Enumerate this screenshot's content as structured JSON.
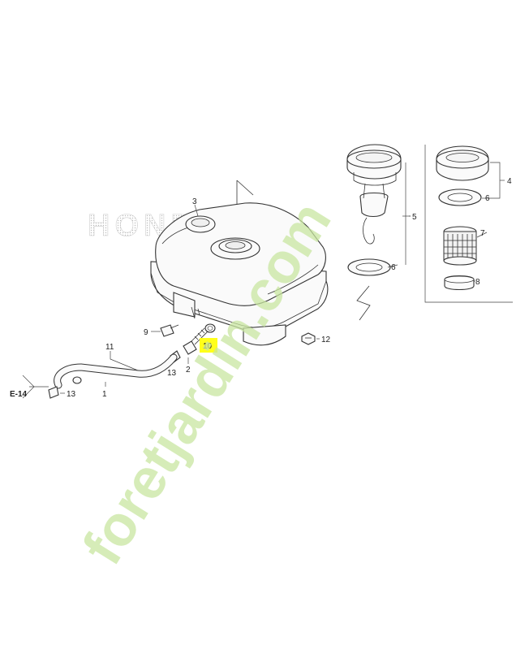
{
  "diagram": {
    "brand_watermark": "HONDA",
    "site_watermark": "foretjardin.com",
    "callouts": {
      "c1": "1",
      "c2": "2",
      "c3": "3",
      "c4": "4",
      "c5": "5",
      "c6a": "6",
      "c6b": "6",
      "c7": "7",
      "c8": "8",
      "c9": "9",
      "c10": "10",
      "c11": "11",
      "c12": "12",
      "c13a": "13",
      "c13b": "13",
      "ref": "E-14"
    },
    "colors": {
      "highlight": "#ffff1a",
      "watermark_green": "#c8e6a0",
      "watermark_orange": "#f2c49a",
      "watermark_tan": "#e0cfb8",
      "line": "#333333"
    }
  }
}
